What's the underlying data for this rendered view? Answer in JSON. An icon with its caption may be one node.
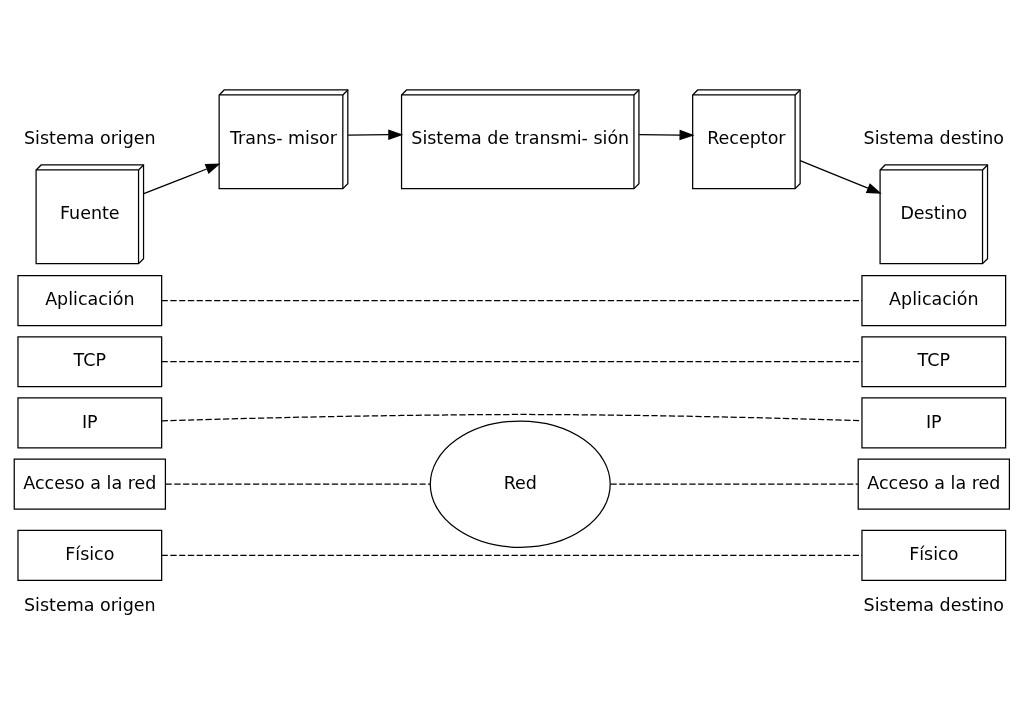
{
  "diagram": {
    "nodes": [
      {
        "text": [
          "Fuente"
        ]
      },
      {
        "text": [
          "Trans- misor"
        ]
      },
      {
        "text": [
          "Sistema de transmi- sión"
        ]
      },
      {
        "text": [
          "Receptor"
        ]
      },
      {
        "text": [
          "Destino"
        ]
      },
      {
        "text": [
          "Aplicación"
        ]
      },
      {
        "text": [
          "TCP"
        ]
      },
      {
        "text": [
          "IP"
        ]
      },
      {
        "text": [
          "Acceso a la red"
        ]
      },
      {
        "text": [
          "Físico"
        ]
      },
      {
        "text": [
          "Red"
        ]
      },
      {
        "text": [
          "Aplicación"
        ]
      },
      {
        "text": [
          "TCP"
        ]
      },
      {
        "text": [
          "IP"
        ]
      },
      {
        "text": [
          "Acceso a la red"
        ]
      },
      {
        "text": [
          "Físico"
        ]
      }
    ],
    "edges": [
      {
        "from": 0,
        "to": 1,
        "arrow": "to"
      },
      {
        "from": 1,
        "to": 2,
        "arrow": "to"
      },
      {
        "from": 2,
        "to": 3,
        "arrow": "to"
      },
      {
        "from": 3,
        "to": 4,
        "arrow": "to"
      },
      {
        "from": 5,
        "to": 11,
        "arrow": "none",
        "style": "dashed"
      },
      {
        "from": 6,
        "to": 12,
        "arrow": "none",
        "style": "dashed"
      },
      {
        "from": 7,
        "to": 13,
        "arrow": "none",
        "style": "dashed"
      },
      {
        "from": 8,
        "to": 10,
        "arrow": "none",
        "style": "dashed"
      },
      {
        "from": 10,
        "to": 14,
        "arrow": "none",
        "style": "dashed"
      },
      {
        "from": 9,
        "to": 15,
        "arrow": "none",
        "style": "dashed"
      }
    ],
    "labels": [
      "Sistema origen",
      "Sistema destino",
      "Sistema origen",
      "Sistema destino"
    ]
  }
}
